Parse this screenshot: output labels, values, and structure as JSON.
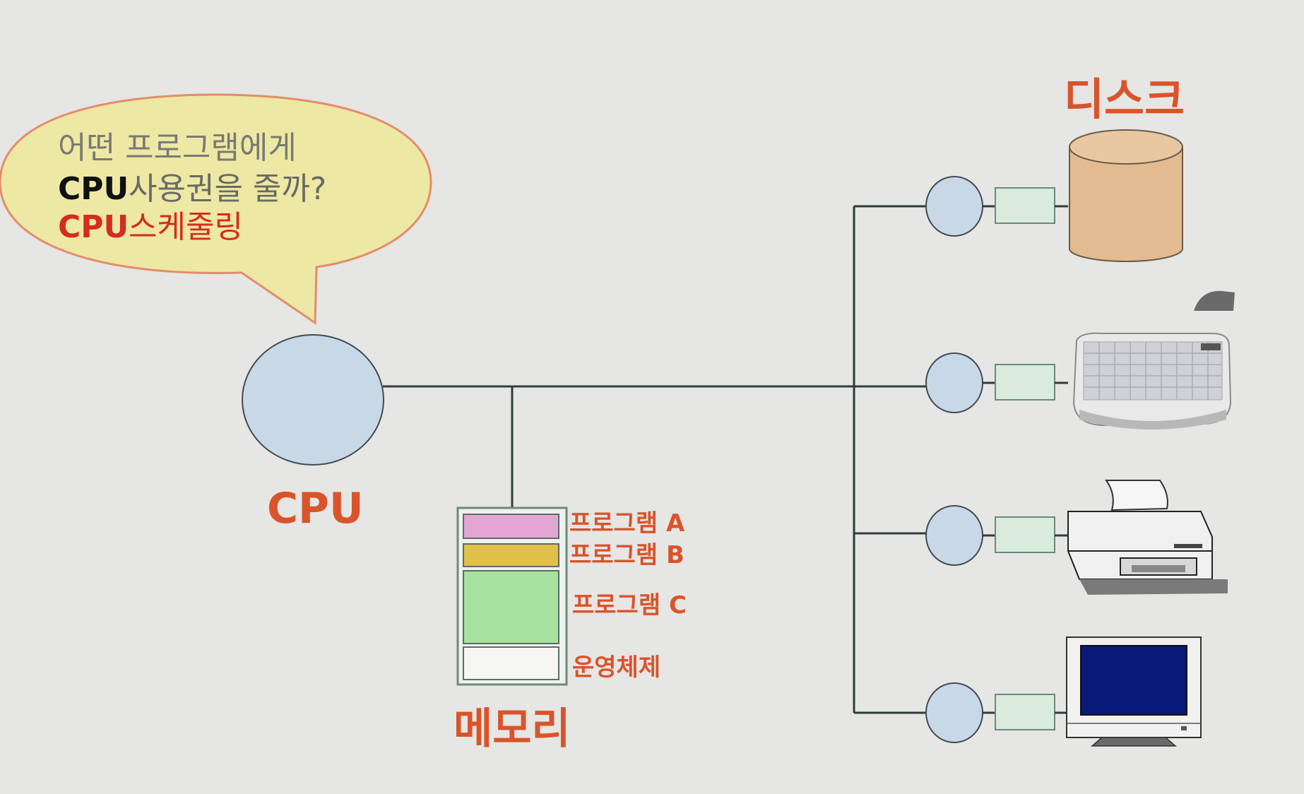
{
  "speech_bubble": {
    "line1": "어떤 프로그램에게",
    "line2_cpu": "CPU",
    "line2_rest": "사용권을 줄까?",
    "line3_cpu": "CPU",
    "line3_rest": "스케줄링"
  },
  "cpu": {
    "label": "CPU"
  },
  "memory": {
    "label": "메모리",
    "segments": [
      {
        "label": "프로그램 A",
        "color": "#e3a6d4"
      },
      {
        "label": "프로그램 B",
        "color": "#e1c04a"
      },
      {
        "label": "프로그램 C",
        "color": "#a8e2a0"
      },
      {
        "label": "운영체제",
        "color": "#f6f6f4"
      }
    ]
  },
  "devices": {
    "disk_label": "디스크",
    "items": [
      "disk-icon",
      "keyboard-icon",
      "printer-icon",
      "monitor-icon"
    ]
  },
  "colors": {
    "accent_orange": "#d9542b",
    "node_fill": "#c9d8e6",
    "controller_fill": "#d8ebdc",
    "bubble_fill": "#ede8a4",
    "bubble_stroke": "#e48c6c"
  }
}
